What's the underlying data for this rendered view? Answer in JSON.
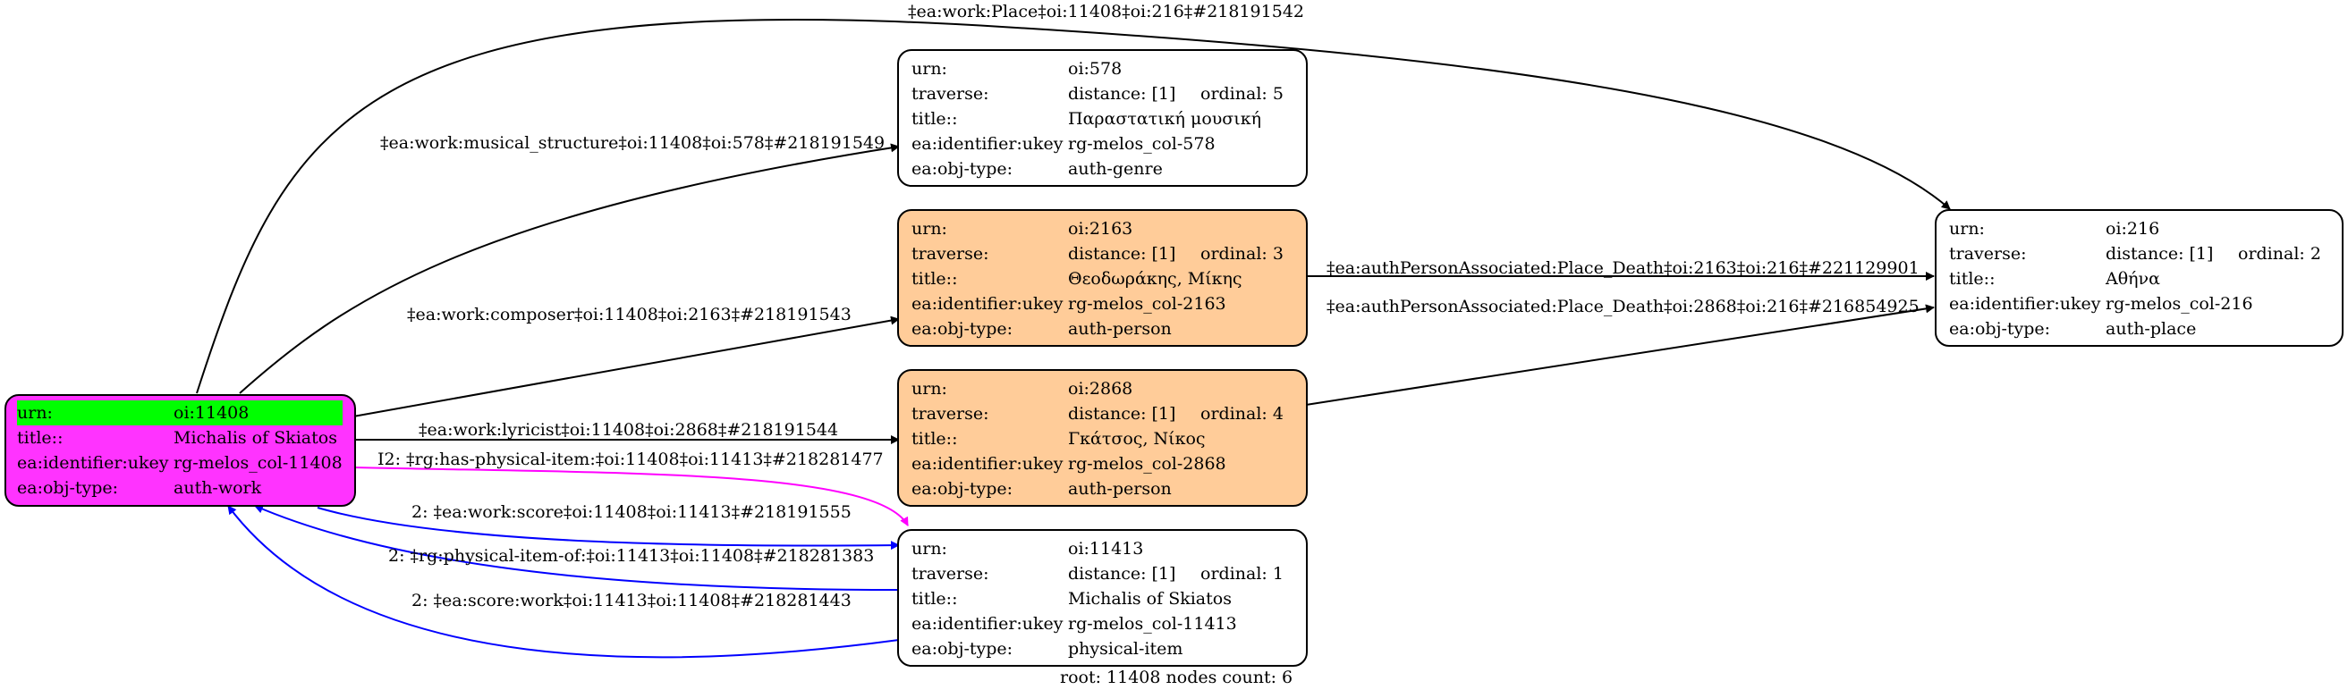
{
  "nodes": {
    "n11408": {
      "rows": [
        {
          "k": "urn:",
          "v": "oi:11408"
        },
        {
          "k": "title::",
          "v": "Michalis of Skiatos"
        },
        {
          "k": "ea:identifier:ukey",
          "v": "rg-melos_col-11408"
        },
        {
          "k": "ea:obj-type:",
          "v": "auth-work"
        }
      ]
    },
    "n578": {
      "rows": [
        {
          "k": "urn:",
          "v": "oi:578"
        },
        {
          "k": "traverse:",
          "v": "distance: [1]",
          "v2": "ordinal: 5"
        },
        {
          "k": "title::",
          "v": "Παραστατική μουσική"
        },
        {
          "k": "ea:identifier:ukey",
          "v": "rg-melos_col-578"
        },
        {
          "k": "ea:obj-type:",
          "v": "auth-genre"
        }
      ]
    },
    "n2163": {
      "rows": [
        {
          "k": "urn:",
          "v": "oi:2163"
        },
        {
          "k": "traverse:",
          "v": "distance: [1]",
          "v2": "ordinal: 3"
        },
        {
          "k": "title::",
          "v": "Θεοδωράκης, Μίκης"
        },
        {
          "k": "ea:identifier:ukey",
          "v": "rg-melos_col-2163"
        },
        {
          "k": "ea:obj-type:",
          "v": "auth-person"
        }
      ]
    },
    "n2868": {
      "rows": [
        {
          "k": "urn:",
          "v": "oi:2868"
        },
        {
          "k": "traverse:",
          "v": "distance: [1]",
          "v2": "ordinal: 4"
        },
        {
          "k": "title::",
          "v": "Γκάτσος, Νίκος"
        },
        {
          "k": "ea:identifier:ukey",
          "v": "rg-melos_col-2868"
        },
        {
          "k": "ea:obj-type:",
          "v": "auth-person"
        }
      ]
    },
    "n11413": {
      "rows": [
        {
          "k": "urn:",
          "v": "oi:11413"
        },
        {
          "k": "traverse:",
          "v": "distance: [1]",
          "v2": "ordinal: 1"
        },
        {
          "k": "title::",
          "v": "Michalis of Skiatos"
        },
        {
          "k": "ea:identifier:ukey",
          "v": "rg-melos_col-11413"
        },
        {
          "k": "ea:obj-type:",
          "v": "physical-item"
        }
      ]
    },
    "n216": {
      "rows": [
        {
          "k": "urn:",
          "v": "oi:216"
        },
        {
          "k": "traverse:",
          "v": "distance: [1]",
          "v2": "ordinal: 2"
        },
        {
          "k": "title::",
          "v": "Αθήνα"
        },
        {
          "k": "ea:identifier:ukey",
          "v": "rg-melos_col-216"
        },
        {
          "k": "ea:obj-type:",
          "v": "auth-place"
        }
      ]
    }
  },
  "edges": {
    "place": "‡ea:work:Place‡oi:11408‡oi:216‡#218191542",
    "musical_structure": "‡ea:work:musical_structure‡oi:11408‡oi:578‡#218191549",
    "composer": "‡ea:work:composer‡oi:11408‡oi:2163‡#218191543",
    "lyricist": "‡ea:work:lyricist‡oi:11408‡oi:2868‡#218191544",
    "has_physical_item": "I2: ‡rg:has-physical-item:‡oi:11408‡oi:11413‡#218281477",
    "score": "2: ‡ea:work:score‡oi:11408‡oi:11413‡#218191555",
    "physical_item_of": "2: ‡rg:physical-item-of:‡oi:11413‡oi:11408‡#218281383",
    "score_work": "2: ‡ea:score:work‡oi:11413‡oi:11408‡#218281443",
    "place_death_2163": "‡ea:authPersonAssociated:Place_Death‡oi:2163‡oi:216‡#221129901",
    "place_death_2868": "‡ea:authPersonAssociated:Place_Death‡oi:2868‡oi:216‡#216854925"
  },
  "footer": "root: 11408 nodes count: 6",
  "colors": {
    "root_fill": "#ff33ff",
    "root_highlight": "#00ff00",
    "person_fill": "#ffcc99",
    "edge_default": "#000000",
    "edge_blue": "#0000ff",
    "edge_magenta": "#ff00ff"
  }
}
